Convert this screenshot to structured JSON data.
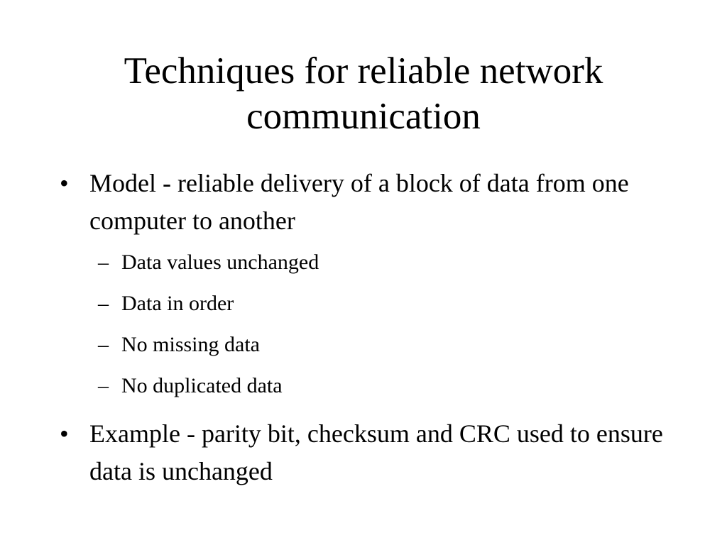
{
  "slide": {
    "title": "Techniques for reliable network communication",
    "bullets": [
      {
        "marker": "•",
        "text": "Model - reliable delivery of a block of data from one computer to another",
        "subitems": [
          {
            "marker": "–",
            "text": "Data values unchanged"
          },
          {
            "marker": "–",
            "text": "Data in order"
          },
          {
            "marker": "–",
            "text": "No missing data"
          },
          {
            "marker": "–",
            "text": "No duplicated data"
          }
        ]
      },
      {
        "marker": "•",
        "text": "Example - parity bit, checksum and CRC used to ensure data is unchanged",
        "subitems": []
      }
    ]
  }
}
